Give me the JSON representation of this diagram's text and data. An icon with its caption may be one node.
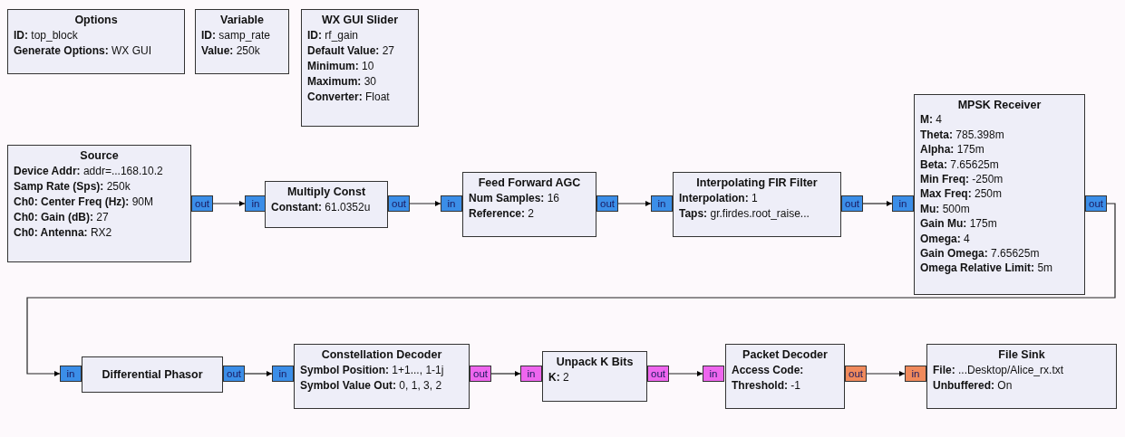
{
  "diagram": {
    "nodes": [
      {
        "text": [
          "Options",
          "**ID:** top_block",
          "**Generate Options:** WX GUI"
        ]
      },
      {
        "text": [
          "Variable",
          "**ID:** samp_rate",
          "**Value:** 250k"
        ]
      },
      {
        "text": [
          "WX GUI Slider",
          "**ID:** rf_gain",
          "**Default Value:** 27",
          "**Minimum:** 10",
          "**Maximum:** 30",
          "**Converter:** Float"
        ]
      },
      {
        "text": [
          "Source",
          "**Device Addr:** addr=...168.10.2",
          "**Samp Rate (Sps):** 250k",
          "**Ch0: Center Freq (Hz):** 90M",
          "**Ch0: Gain (dB):** 27",
          "**Ch0: Antenna:** RX2"
        ]
      },
      {
        "text": [
          "out"
        ]
      },
      {
        "text": [
          "in"
        ]
      },
      {
        "text": [
          "Multiply Const",
          "**Constant:** 61.0352u"
        ]
      },
      {
        "text": [
          "out"
        ]
      },
      {
        "text": [
          "in"
        ]
      },
      {
        "text": [
          "Feed Forward AGC",
          "**Num Samples:** 16",
          "**Reference:** 2"
        ]
      },
      {
        "text": [
          "out"
        ]
      },
      {
        "text": [
          "in"
        ]
      },
      {
        "text": [
          "Interpolating FIR Filter",
          "**Interpolation:** 1",
          "**Taps:** gr.firdes.root_raise..."
        ]
      },
      {
        "text": [
          "out"
        ]
      },
      {
        "text": [
          "in"
        ]
      },
      {
        "text": [
          "MPSK Receiver",
          "**M:** 4",
          "**Theta:** 785.398m",
          "**Alpha:** 175m",
          "**Beta:** 7.65625m",
          "**Min Freq:** -250m",
          "**Max Freq:** 250m",
          "**Mu:** 500m",
          "**Gain Mu:** 175m",
          "**Omega:** 4",
          "**Gain Omega:** 7.65625m",
          "**Omega Relative Limit:** 5m"
        ]
      },
      {
        "text": [
          "out"
        ]
      },
      {
        "text": [
          "in"
        ]
      },
      {
        "text": [
          "Differential Phasor"
        ]
      },
      {
        "text": [
          "out"
        ]
      },
      {
        "text": [
          "in"
        ]
      },
      {
        "text": [
          "Constellation Decoder",
          "**Symbol Position:** 1+1..., 1-1j",
          "**Symbol Value Out:** 0, 1, 3, 2"
        ]
      },
      {
        "text": [
          "out"
        ]
      },
      {
        "text": [
          "in"
        ]
      },
      {
        "text": [
          "Unpack K Bits",
          "**K:** 2"
        ]
      },
      {
        "text": [
          "out"
        ]
      },
      {
        "text": [
          "in"
        ]
      },
      {
        "text": [
          "Packet Decoder",
          "**Access Code:**",
          "**Threshold:** -1"
        ]
      },
      {
        "text": [
          "out"
        ]
      },
      {
        "text": [
          "in"
        ]
      },
      {
        "text": [
          "File Sink",
          "**File:** ...Desktop/Alice_rx.txt",
          "**Unbuffered:** On"
        ]
      }
    ],
    "edges": [
      {
        "from": 4,
        "to": 5,
        "arrow": "to"
      },
      {
        "from": 7,
        "to": 8,
        "arrow": "to"
      },
      {
        "from": 10,
        "to": 11,
        "arrow": "to"
      },
      {
        "from": 13,
        "to": 14,
        "arrow": "to"
      },
      {
        "from": 16,
        "to": 17,
        "arrow": "to"
      },
      {
        "from": 19,
        "to": 20,
        "arrow": "to"
      },
      {
        "from": 22,
        "to": 23,
        "arrow": "to"
      },
      {
        "from": 25,
        "to": 26,
        "arrow": "to"
      },
      {
        "from": 28,
        "to": 29,
        "arrow": "to"
      }
    ]
  }
}
